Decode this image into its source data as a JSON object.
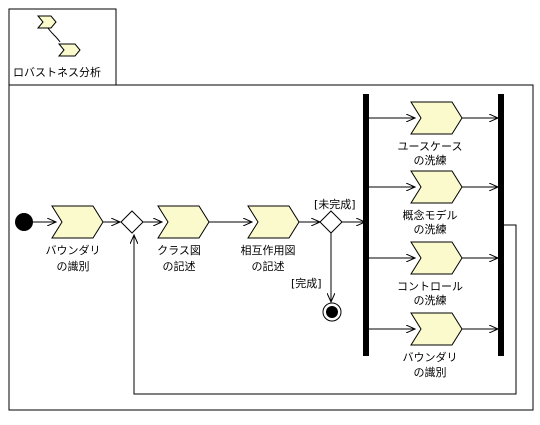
{
  "title_tab": {
    "label": "ロバストネス分析"
  },
  "colors": {
    "activity_fill": "#fafacd",
    "activity_stroke": "#000000",
    "line": "#000000",
    "background": "#ffffff"
  },
  "nodes": {
    "boundary_identify": {
      "line1": "バウンダリ",
      "line2": "の識別"
    },
    "class_diagram": {
      "line1": "クラス図",
      "line2": "の記述"
    },
    "interaction_diagram": {
      "line1": "相互作用図",
      "line2": "の記述"
    },
    "usecase_refine": {
      "line1": "ユースケース",
      "line2": "の洗練"
    },
    "concept_model_refine": {
      "line1": "概念モデル",
      "line2": "の洗練"
    },
    "control_refine": {
      "line1": "コントロール",
      "line2": "の洗練"
    },
    "boundary_identify_2": {
      "line1": "バウンダリ",
      "line2": "の識別"
    }
  },
  "guards": {
    "incomplete": "[未完成]",
    "complete": "[完成]"
  }
}
